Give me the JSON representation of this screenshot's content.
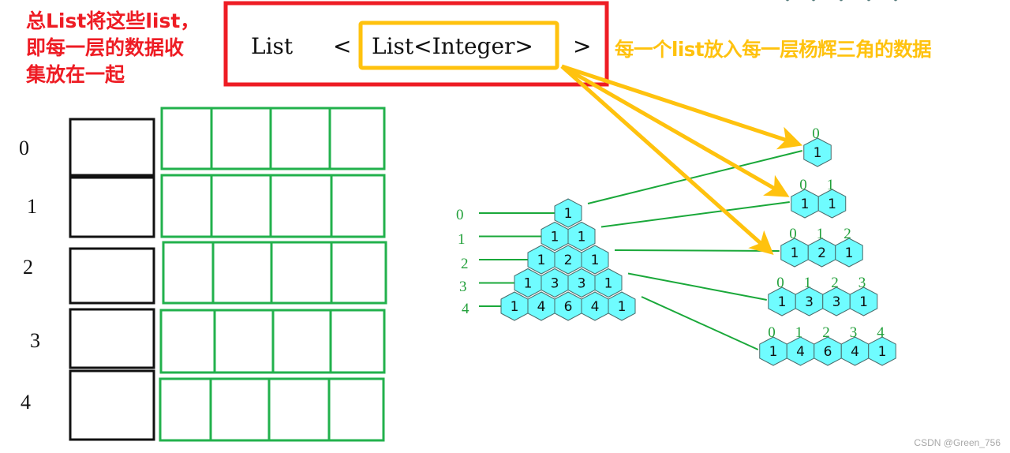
{
  "annotations": {
    "outer_list_note": "总List将这些list，\n即每一层的数据收\n集放在一起",
    "inner_list_note": "每一个list放入每一层杨辉三角的数据",
    "watermark": "CSDN @Green_756"
  },
  "type_declaration": {
    "outer_type": "List",
    "open_bracket": "<",
    "inner_type": "List<Integer>",
    "close_bracket": ">"
  },
  "storage_grid": {
    "row_indices": [
      "0",
      "1",
      "2",
      "3",
      "4"
    ],
    "cells_per_row": 4
  },
  "pascal_triangle": {
    "row_labels": [
      "0",
      "1",
      "2",
      "3",
      "4"
    ],
    "rows": [
      [
        "1"
      ],
      [
        "1",
        "1"
      ],
      [
        "1",
        "2",
        "1"
      ],
      [
        "1",
        "3",
        "3",
        "1"
      ],
      [
        "1",
        "4",
        "6",
        "4",
        "1"
      ]
    ]
  },
  "separated_rows": {
    "column_indices": [
      [
        "0"
      ],
      [
        "0",
        "1"
      ],
      [
        "0",
        "1",
        "2"
      ],
      [
        "0",
        "1",
        "2",
        "3"
      ],
      [
        "0",
        "1",
        "2",
        "3",
        "4"
      ]
    ]
  },
  "colors": {
    "outer_box": "#ee1c24",
    "inner_box": "#ffc20e",
    "grid_green": "#22b14c",
    "hex_fill": "#6ffcff",
    "hex_stroke": "#4a6a6a",
    "connector_green": "#1aa83a",
    "arrow_yellow": "#ffc20e"
  }
}
